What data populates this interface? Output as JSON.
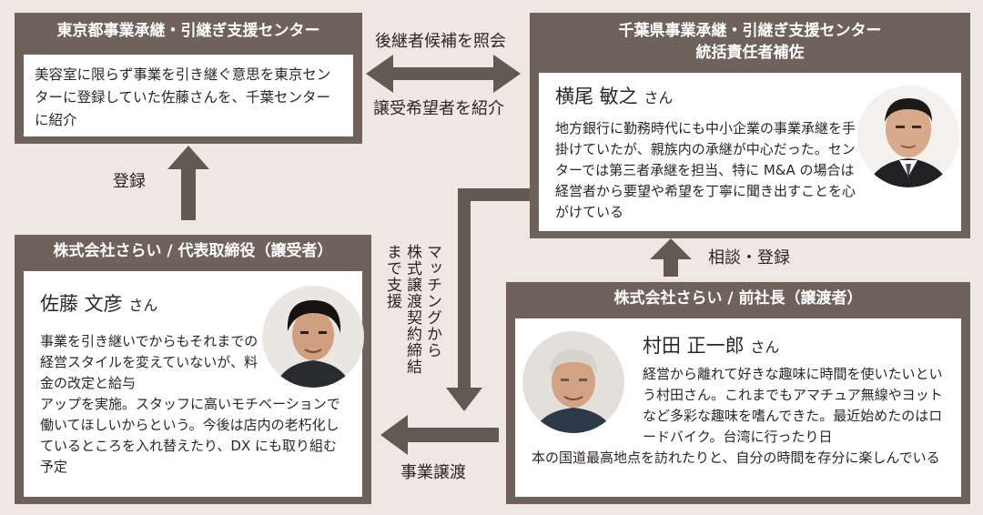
{
  "tokyo": {
    "title": "東京都事業承継・引継ぎ支援センター",
    "text": "美容室に限らず事業を引き継ぐ意思を東京センターに登録していた佐藤さんを、千葉センターに紹介"
  },
  "chiba": {
    "title_line1": "千葉県事業承継・引継ぎ支援センター",
    "title_line2": "統括責任者補佐",
    "name": "横尾 敏之",
    "honorific": "さん",
    "text": "地方銀行に勤務時代にも中小企業の事業承継を手掛けていたが、親族内の承継が中心だった。センターでは第三者承継を担当、特に M&A の場合は経営者から要望や希望を丁寧に聞き出すことを心がけている"
  },
  "successor": {
    "title": "株式会社さらい / 代表取締役（譲受者）",
    "name": "佐藤 文彦",
    "honorific": "さん",
    "text_narrow": "事業を引き継いでからもそれまでの経営スタイルを変えていないが、料金の改定と給与",
    "text_wide": "アップを実施。スタッフに高いモチベーションで働いてほしいからという。今後は店内の老朽化しているところを入れ替えたり、DX にも取り組む予定"
  },
  "predecessor": {
    "title": "株式会社さらい / 前社長（譲渡者）",
    "name": "村田 正一郎",
    "honorific": "さん",
    "text_narrow": "経営から離れて好きな趣味に時間を使いたいという村田さん。これまでもアマチュア無線やヨットなど多彩な趣味を嗜んできた。最近始めたのはロードバイク。台湾に行ったり日",
    "text_wide": "本の国道最高地点を訪れたりと、自分の時間を存分に楽しんでいる"
  },
  "arrows": {
    "top_label": "後継者候補を照会",
    "bottom_label": "譲受希望者を紹介",
    "register": "登録",
    "consult": "相談・登録",
    "matching_col1": "マッチングから",
    "matching_col2": "株式譲渡契約締結",
    "matching_col3": "まで支援",
    "transfer": "事業譲渡"
  },
  "colors": {
    "background": "#efe8e2",
    "box_header": "#6e625b",
    "arrow": "#635852"
  }
}
